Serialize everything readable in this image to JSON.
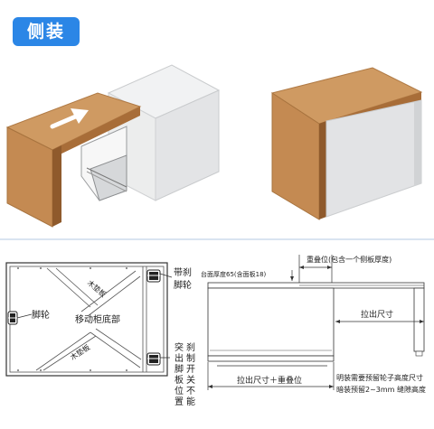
{
  "header": {
    "badge_label": "侧装"
  },
  "diagram_left": {
    "caster": "脚轮",
    "cabinet_bottom": "移动柜底部",
    "board_top": "木垫板",
    "board_bottom": "木垫板",
    "brake_wheel": [
      "带刹",
      "脚轮"
    ],
    "protruding": [
      "突",
      "出",
      "脚",
      "板",
      "位",
      "置"
    ],
    "brake_switch": [
      "刹",
      "制",
      "开",
      "关",
      "不",
      "能"
    ]
  },
  "diagram_right": {
    "overlap": "重叠位(包含一个侧板厚度)",
    "panel_thickness": "台面厚度65(含面板18)",
    "pull_out": "拉出尺寸",
    "pull_plus_overlap": "拉出尺寸＋重叠位",
    "note1": "明装需要预留轮子高度尺寸",
    "note2": "暗装预留2~3mm 缝隙高度"
  },
  "colors": {
    "accent": "#2b86e6",
    "wood": "#c48a52",
    "panel": "#dfe1e3"
  }
}
